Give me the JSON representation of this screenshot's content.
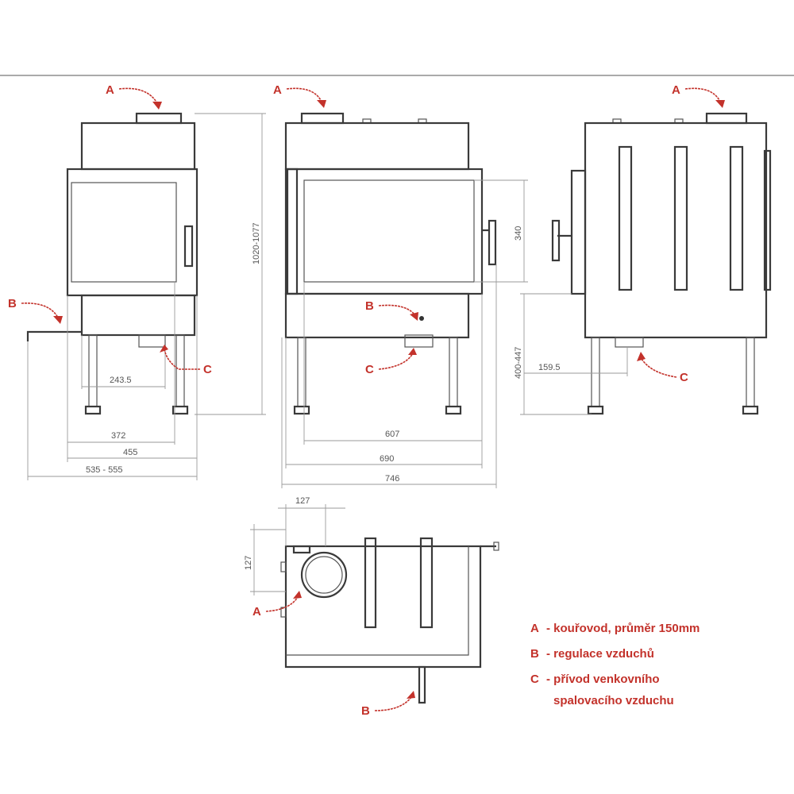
{
  "markers": {
    "a": "A",
    "b": "B",
    "c": "C"
  },
  "dimensions": {
    "height_total": "1020-1077",
    "left_offset": "243.5",
    "left_372": "372",
    "left_455": "455",
    "left_width": "535 - 555",
    "glass_height": "340",
    "front_607": "607",
    "front_690": "690",
    "front_746": "746",
    "leg_height": "400-447",
    "side_offset": "159.5",
    "top_127_x": "127",
    "top_127_y": "127"
  },
  "legend": [
    {
      "key": "A",
      "text": "- kouřovod, průměr 150mm"
    },
    {
      "key": "B",
      "text": "- regulace vzduchů"
    },
    {
      "key": "C",
      "text": "- přívod venkovního"
    },
    {
      "key": "",
      "text": "spalovacího vzduchu"
    }
  ],
  "colors": {
    "accent": "#c3322b",
    "line": "#3a3a3a"
  }
}
